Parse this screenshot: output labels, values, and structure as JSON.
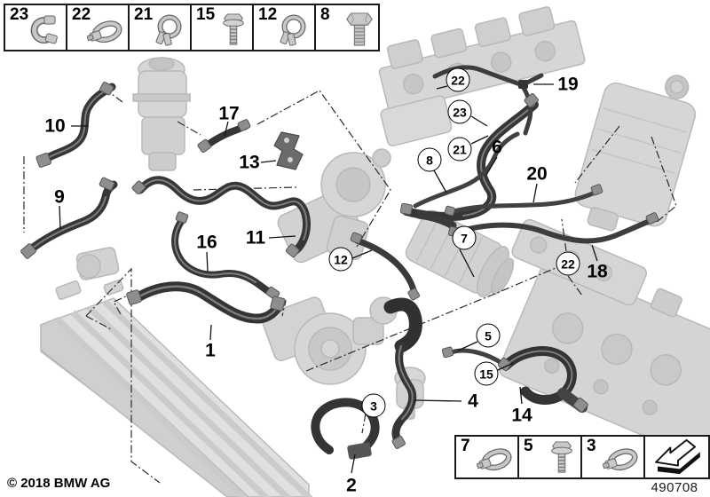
{
  "title": "BMW cooling system hoses parts diagram",
  "legend_top": [
    {
      "number": "23",
      "icon": "clip-clamp-icon"
    },
    {
      "number": "22",
      "icon": "hose-clamp-icon"
    },
    {
      "number": "21",
      "icon": "spring-clamp-icon"
    },
    {
      "number": "15",
      "icon": "screw-icon"
    },
    {
      "number": "12",
      "icon": "spring-clamp-icon"
    },
    {
      "number": "8",
      "icon": "hex-bolt-icon"
    }
  ],
  "legend_bottom": [
    {
      "number": "7",
      "icon": "hose-clamp-icon"
    },
    {
      "number": "5",
      "icon": "screw-icon"
    },
    {
      "number": "3",
      "icon": "hose-clamp-icon"
    },
    {
      "number": "",
      "icon": "direction-arrow-icon"
    }
  ],
  "callouts_plain": [
    {
      "id": "p1",
      "text": "1"
    },
    {
      "id": "p2",
      "text": "2"
    },
    {
      "id": "p4",
      "text": "4"
    },
    {
      "id": "p6",
      "text": "6"
    },
    {
      "id": "p9",
      "text": "9"
    },
    {
      "id": "p10",
      "text": "10"
    },
    {
      "id": "p11",
      "text": "11"
    },
    {
      "id": "p13",
      "text": "13"
    },
    {
      "id": "p14",
      "text": "14"
    },
    {
      "id": "p16",
      "text": "16"
    },
    {
      "id": "p17",
      "text": "17"
    },
    {
      "id": "p18",
      "text": "18"
    },
    {
      "id": "p19",
      "text": "19"
    },
    {
      "id": "p20",
      "text": "20"
    }
  ],
  "callouts_circled": [
    {
      "id": "c3",
      "text": "3"
    },
    {
      "id": "c5",
      "text": "5"
    },
    {
      "id": "c7",
      "text": "7"
    },
    {
      "id": "c8",
      "text": "8"
    },
    {
      "id": "c12",
      "text": "12"
    },
    {
      "id": "c15",
      "text": "15"
    },
    {
      "id": "c21",
      "text": "21"
    },
    {
      "id": "c22a",
      "text": "22"
    },
    {
      "id": "c22b",
      "text": "22"
    },
    {
      "id": "c23",
      "text": "23"
    }
  ],
  "footer": {
    "copyright": "© 2018 BMW AG",
    "diagram_number": "490708"
  }
}
